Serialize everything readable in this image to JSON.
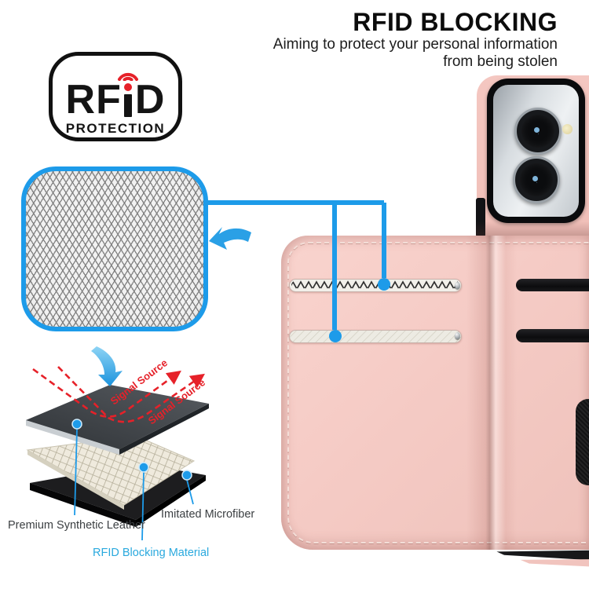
{
  "header": {
    "title": "RFID BLOCKING",
    "subtitle_line1": "Aiming to protect your personal information",
    "subtitle_line2": "from being stolen"
  },
  "badge": {
    "rf": "RF",
    "d": "D",
    "subtitle": "PROTECTION"
  },
  "diagram": {
    "signal_source_left": "Signal Source",
    "signal_source_right": "Signal Source",
    "label_leather": "Premium Synthetic Leather",
    "label_rfid": "RFID Blocking Material",
    "label_microfiber": "Imitated Microfiber"
  },
  "colors": {
    "accent_blue": "#1d9be9",
    "label_cyan": "#2aa9de",
    "signal_red": "#e62129",
    "case_pink": "#f5cbc5",
    "phone_pink": "#f2c3bd",
    "camera_black": "#0a0b0d"
  }
}
